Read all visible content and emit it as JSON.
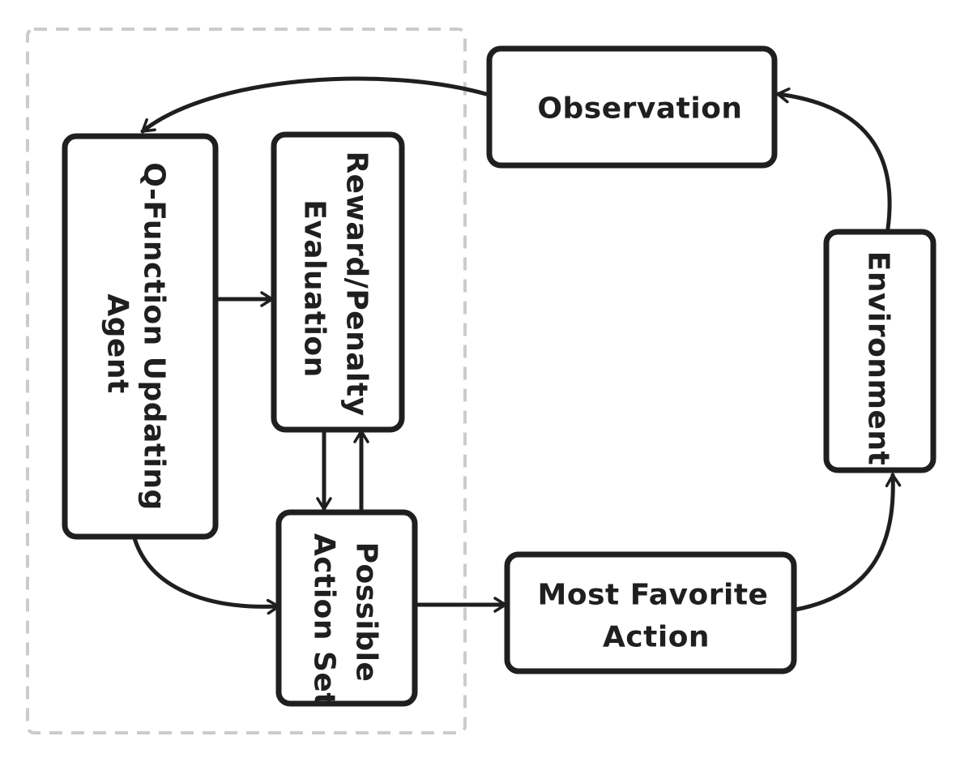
{
  "colors": {
    "stroke": "#1f1f1f",
    "group_border": "#c8ccd2",
    "background": "#ffffff"
  },
  "nodes": {
    "q_function_agent": {
      "line1": "Q-Function Updating",
      "line2": "Agent"
    },
    "reward_penalty": {
      "line1": "Reward/Penalty",
      "line2": "Evaluation"
    },
    "possible_action_set": {
      "line1": "Possible",
      "line2": "Action Set"
    },
    "most_favorite_action": {
      "line1": "Most Favorite",
      "line2": "Action"
    },
    "environment": {
      "label": "Environment"
    },
    "observation": {
      "label": "Observation"
    }
  }
}
